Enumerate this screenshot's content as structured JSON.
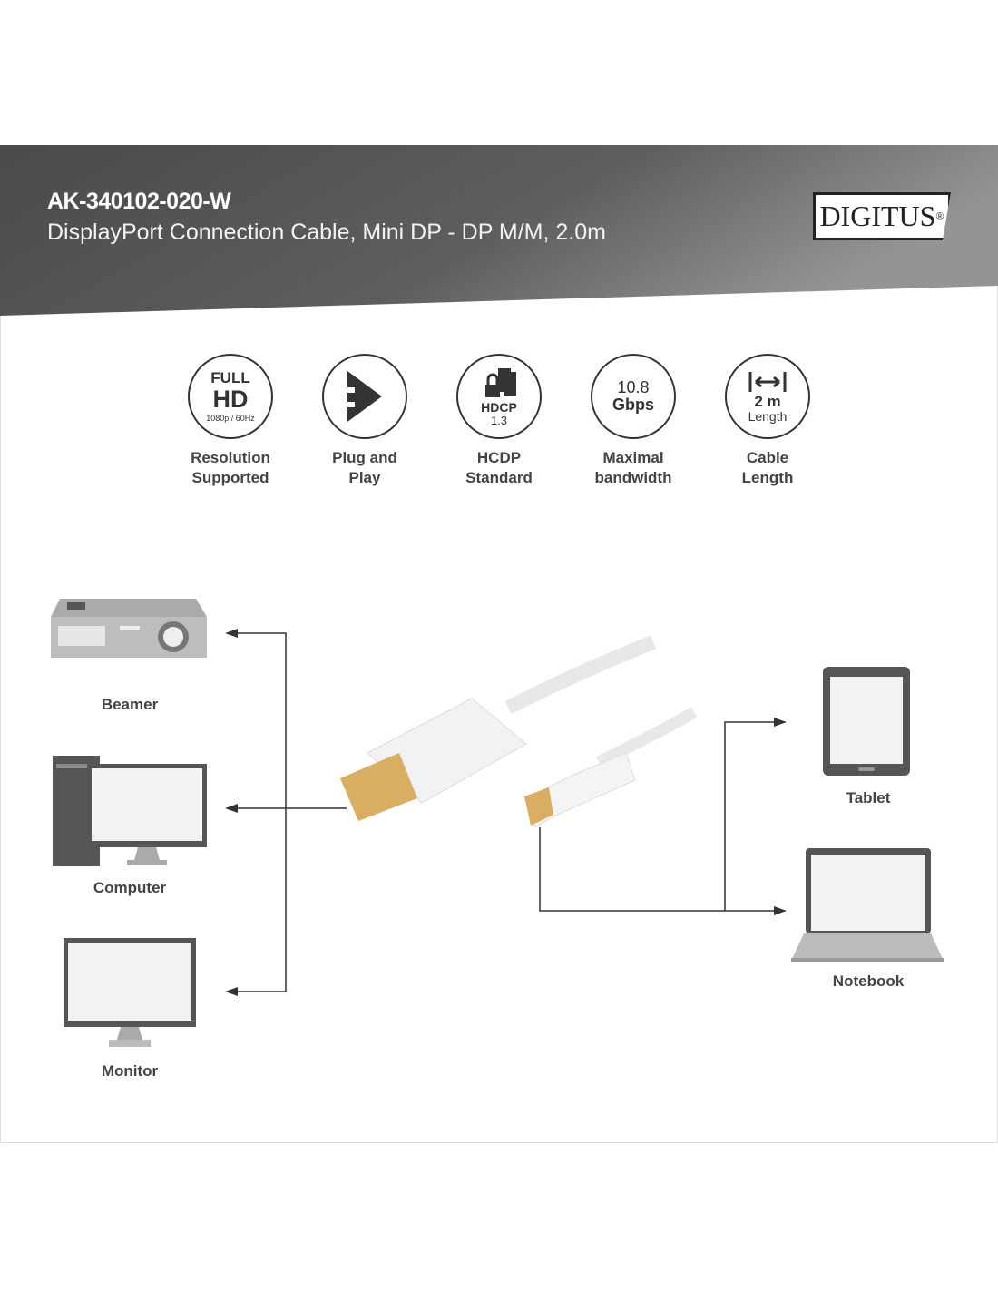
{
  "header": {
    "sku": "AK-340102-020-W",
    "subtitle": "DisplayPort Connection Cable, Mini DP - DP M/M, 2.0m",
    "logo": "DIGITUS",
    "logo_mark": "®"
  },
  "features": [
    {
      "icon": "full-hd-icon",
      "line1": "FULL",
      "line2": "HD",
      "line3": "1080p / 60Hz",
      "label1": "Resolution",
      "label2": "Supported"
    },
    {
      "icon": "plug-and-play-icon",
      "label1": "Plug and",
      "label2": "Play"
    },
    {
      "icon": "hdcp-icon",
      "line1": "HDCP",
      "line2": "1.3",
      "label1": "HCDP",
      "label2": "Standard"
    },
    {
      "icon": "bandwidth-icon",
      "line1": "10.8",
      "line2": "Gbps",
      "label1": "Maximal",
      "label2": "bandwidth"
    },
    {
      "icon": "cable-length-icon",
      "line1": "2 m",
      "line2": "Length",
      "label1": "Cable",
      "label2": "Length"
    }
  ],
  "devices": {
    "beamer": "Beamer",
    "computer": "Computer",
    "monitor": "Monitor",
    "tablet": "Tablet",
    "notebook": "Notebook"
  },
  "colors": {
    "banner_dark": "#4a4a4a",
    "banner_light": "#8a8a8a",
    "text": "#444444"
  }
}
